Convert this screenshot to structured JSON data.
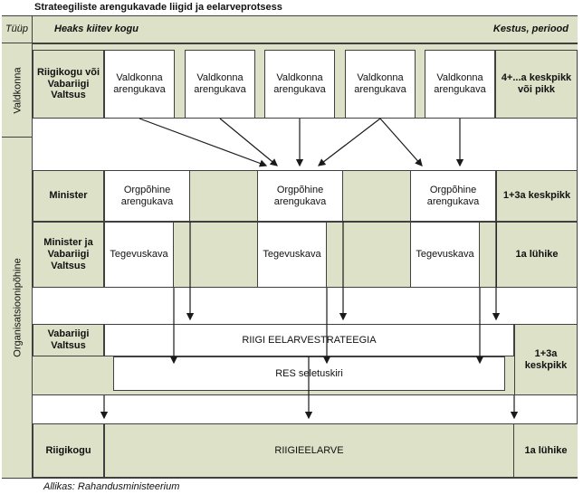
{
  "title": "Strateegiliste arengukavade liigid ja eelarveprotsess",
  "source": "Allikas: Rahandusministeerium",
  "colors": {
    "band_fill": "#dce1c7",
    "border": "#404040",
    "arrow": "#1a1a1a"
  },
  "header": {
    "type": "Tüüp",
    "approver": "Heaks kiitev kogu",
    "duration": "Kestus, periood"
  },
  "axis": {
    "valdkonna": "Valdkonna",
    "organisatsioonipohine": "Organisatsioonipõhine"
  },
  "valdkonna_row": {
    "approver": "Riigikogu või Vabariigi Valtsus",
    "plans": [
      "Valdkonna arengukava",
      "Valdkonna arengukava",
      "Valdkonna arengukava",
      "Valdkonna arengukava",
      "Valdkonna arengukava"
    ],
    "duration": "4+...a keskpikk või pikk"
  },
  "minister_row": {
    "approver": "Minister",
    "plans": [
      "Orgpõhine arengukava",
      "Orgpõhine arengukava",
      "Orgpõhine arengukava"
    ],
    "duration": "1+3a keskpikk"
  },
  "tegevuskava_row": {
    "approver": "Minister ja Vabariigi Valtsus",
    "plans": [
      "Tegevuskava",
      "Tegevuskava",
      "Tegevuskava"
    ],
    "duration": "1a lühike"
  },
  "strategy_row": {
    "approver": "Vabariigi Valtsus",
    "strategy": "RIIGI EELARVESTRATEEGIA",
    "note": "RES seletuskiri",
    "duration": "1+3a keskpikk"
  },
  "budget_row": {
    "approver": "Riigikogu",
    "budget": "RIIGIEELARVE",
    "duration": "1a lühike"
  }
}
